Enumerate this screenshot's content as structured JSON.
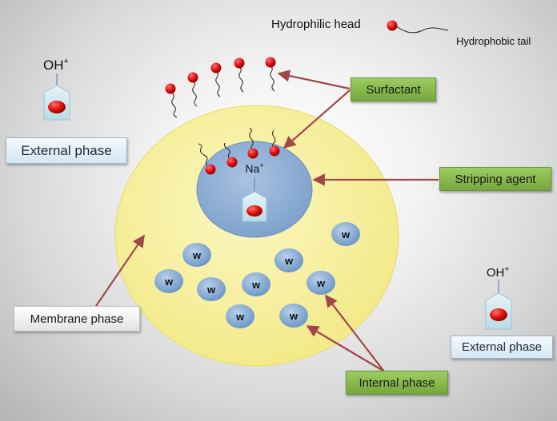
{
  "legend": {
    "head_label": "Hydrophilic head",
    "tail_label": "Hydrophobic tail"
  },
  "external_left": {
    "ion_base": "OH",
    "ion_sup": "+",
    "label": "External phase"
  },
  "external_right": {
    "ion_base": "OH",
    "ion_sup": "+",
    "label": "External phase"
  },
  "internal_droplet": {
    "ion_base": "Na",
    "ion_sup": "+"
  },
  "water_symbol": "w",
  "labels": {
    "surfactant": "Surfactant",
    "stripping_agent": "Stripping agent",
    "membrane_phase": "Membrane phase",
    "internal_phase": "Internal phase"
  },
  "colors": {
    "membrane": "#f7f09a",
    "internal_droplet": "#8fb0d6",
    "water_droplet": "#7fa6d0",
    "surfactant_head": "#e01010",
    "arrow": "#a04848",
    "callout_green": "#8dbf52",
    "callout_blue": "#dce9f4"
  }
}
